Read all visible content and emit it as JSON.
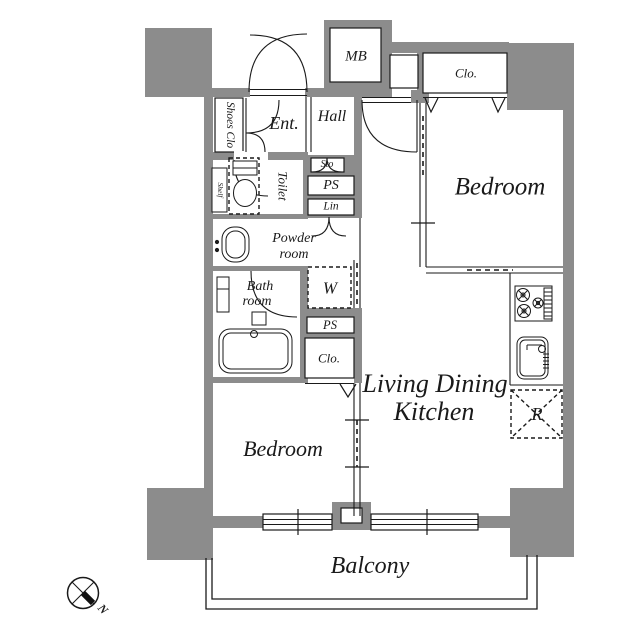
{
  "title": "Apartment floor plan",
  "colors": {
    "wall": "#8c8c8c",
    "line": "#1a1a1a",
    "background": "#ffffff"
  },
  "labels": {
    "mb": "MB",
    "closet_top": "Clo.",
    "bedroom_top": "Bedroom",
    "shoes_closet": "Shoes Clo",
    "entrance": "Ent.",
    "hall": "Hall",
    "storage": "Sto",
    "pipe_space_upper": "PS",
    "linen": "Lin",
    "toilet": "Toilet",
    "shelf": "Shelf",
    "powder_room_line1": "Powder",
    "powder_room_line2": "room",
    "bath_room_line1": "Bath",
    "bath_room_line2": "room",
    "washer": "W",
    "pipe_space_lower": "PS",
    "closet_mid": "Clo.",
    "ldk_line1": "Living Dining",
    "ldk_line2": "Kitchen",
    "refrigerator": "R",
    "bedroom_bottom": "Bedroom",
    "balcony": "Balcony",
    "compass_north": "N"
  }
}
